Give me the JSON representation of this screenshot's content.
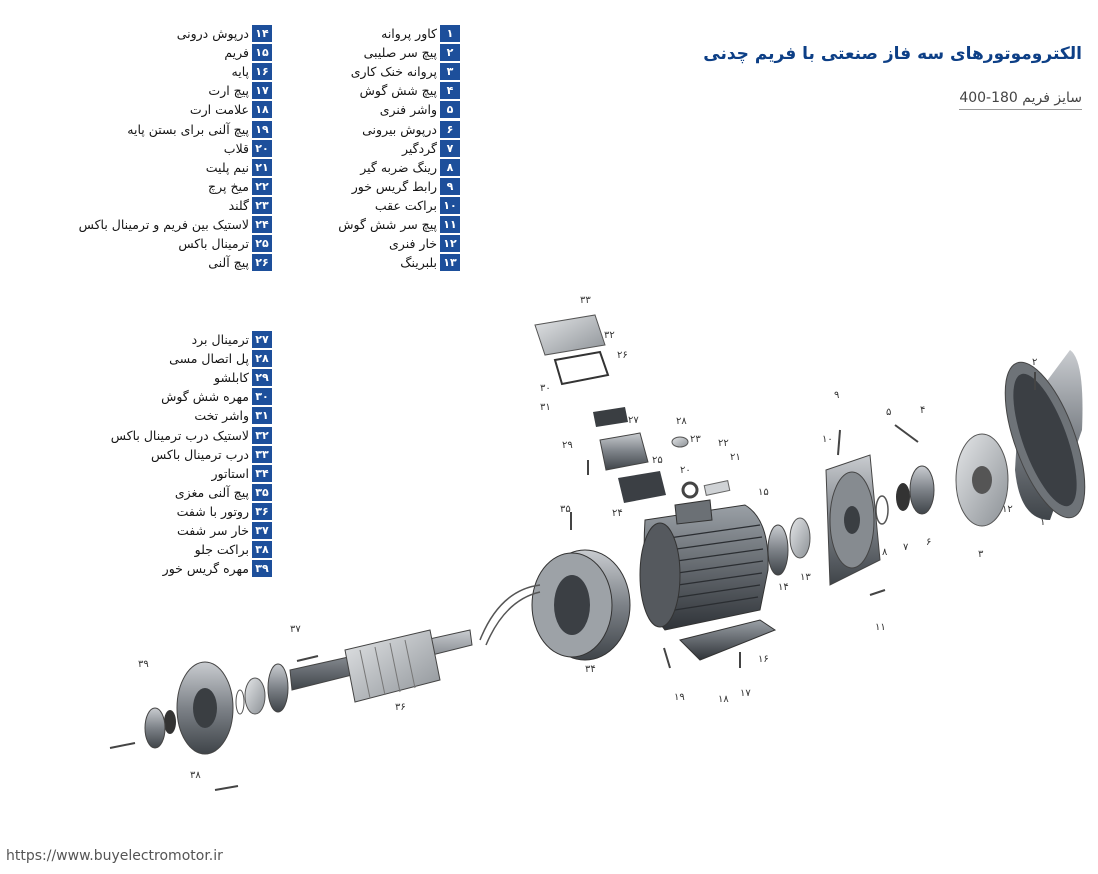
{
  "title": "الکتروموتورهای سه فاز صنعتی با فریم چدنی",
  "subtitle": "سایز فریم  180-400",
  "legend_col1": [
    {
      "n": "۱",
      "label": "کاور پروانه"
    },
    {
      "n": "۲",
      "label": "پیچ سر صلیبی"
    },
    {
      "n": "۳",
      "label": "پروانه خنک کاری"
    },
    {
      "n": "۴",
      "label": "پیچ شش گوش"
    },
    {
      "n": "۵",
      "label": "واشر فنری"
    },
    {
      "n": "۶",
      "label": "درپوش بیرونی"
    },
    {
      "n": "۷",
      "label": "گردگیر"
    },
    {
      "n": "۸",
      "label": "رینگ ضربه گیر"
    },
    {
      "n": "۹",
      "label": "رابط گریس خور"
    },
    {
      "n": "۱۰",
      "label": "براکت عقب"
    },
    {
      "n": "۱۱",
      "label": "پیچ سر شش گوش"
    },
    {
      "n": "۱۲",
      "label": "خار فنری"
    },
    {
      "n": "۱۳",
      "label": "بلبرینگ"
    }
  ],
  "legend_col2": [
    {
      "n": "۱۴",
      "label": "درپوش درونی"
    },
    {
      "n": "۱۵",
      "label": "فریم"
    },
    {
      "n": "۱۶",
      "label": "پایه"
    },
    {
      "n": "۱۷",
      "label": "پیچ ارت"
    },
    {
      "n": "۱۸",
      "label": "علامت ارت"
    },
    {
      "n": "۱۹",
      "label": "پیچ آلنی برای بستن پایه"
    },
    {
      "n": "۲۰",
      "label": "قلاب"
    },
    {
      "n": "۲۱",
      "label": "نیم پلیت"
    },
    {
      "n": "۲۲",
      "label": "میخ پرچ"
    },
    {
      "n": "۲۳",
      "label": "گلند"
    },
    {
      "n": "۲۴",
      "label": "لاستیک بین فریم و ترمینال باکس"
    },
    {
      "n": "۲۵",
      "label": "ترمینال باکس"
    },
    {
      "n": "۲۶",
      "label": "پیچ آلنی"
    }
  ],
  "legend_col3": [
    {
      "n": "۲۷",
      "label": "ترمینال برد"
    },
    {
      "n": "۲۸",
      "label": "پل اتصال مسی"
    },
    {
      "n": "۲۹",
      "label": "کابلشو"
    },
    {
      "n": "۳۰",
      "label": "مهره شش گوش"
    },
    {
      "n": "۳۱",
      "label": "واشر تخت"
    },
    {
      "n": "۳۲",
      "label": "لاستیک درب ترمینال باکس"
    },
    {
      "n": "۳۳",
      "label": "درب ترمینال باکس"
    },
    {
      "n": "۳۴",
      "label": "استاتور"
    },
    {
      "n": "۳۵",
      "label": "پیچ آلنی مغزی"
    },
    {
      "n": "۳۶",
      "label": "روتور با شفت"
    },
    {
      "n": "۳۷",
      "label": "خار سر شفت"
    },
    {
      "n": "۳۸",
      "label": "براکت جلو"
    },
    {
      "n": "۳۹",
      "label": "مهره گریس خور"
    }
  ],
  "callouts": [
    "۱",
    "۲",
    "۳",
    "۴",
    "۵",
    "۶",
    "۷",
    "۸",
    "۹",
    "۱۰",
    "۱۱",
    "۱۲",
    "۱۳",
    "۱۴",
    "۱۵",
    "۱۶",
    "۱۷",
    "۱۸",
    "۱۹",
    "۲۰",
    "۲۱",
    "۲۲",
    "۲۳",
    "۲۴",
    "۲۵",
    "۲۶",
    "۲۷",
    "۲۸",
    "۲۹",
    "۳۰",
    "۳۱",
    "۳۲",
    "۳۳",
    "۳۴",
    "۳۵",
    "۳۶",
    "۳۷",
    "۳۸",
    "۳۹"
  ],
  "footer": "https://www.buyelectromotor.ir",
  "colors": {
    "accent": "#1d4f9b",
    "title": "#0d3f86",
    "metal": "#8a8f94",
    "metal_dark": "#4a4f55"
  }
}
